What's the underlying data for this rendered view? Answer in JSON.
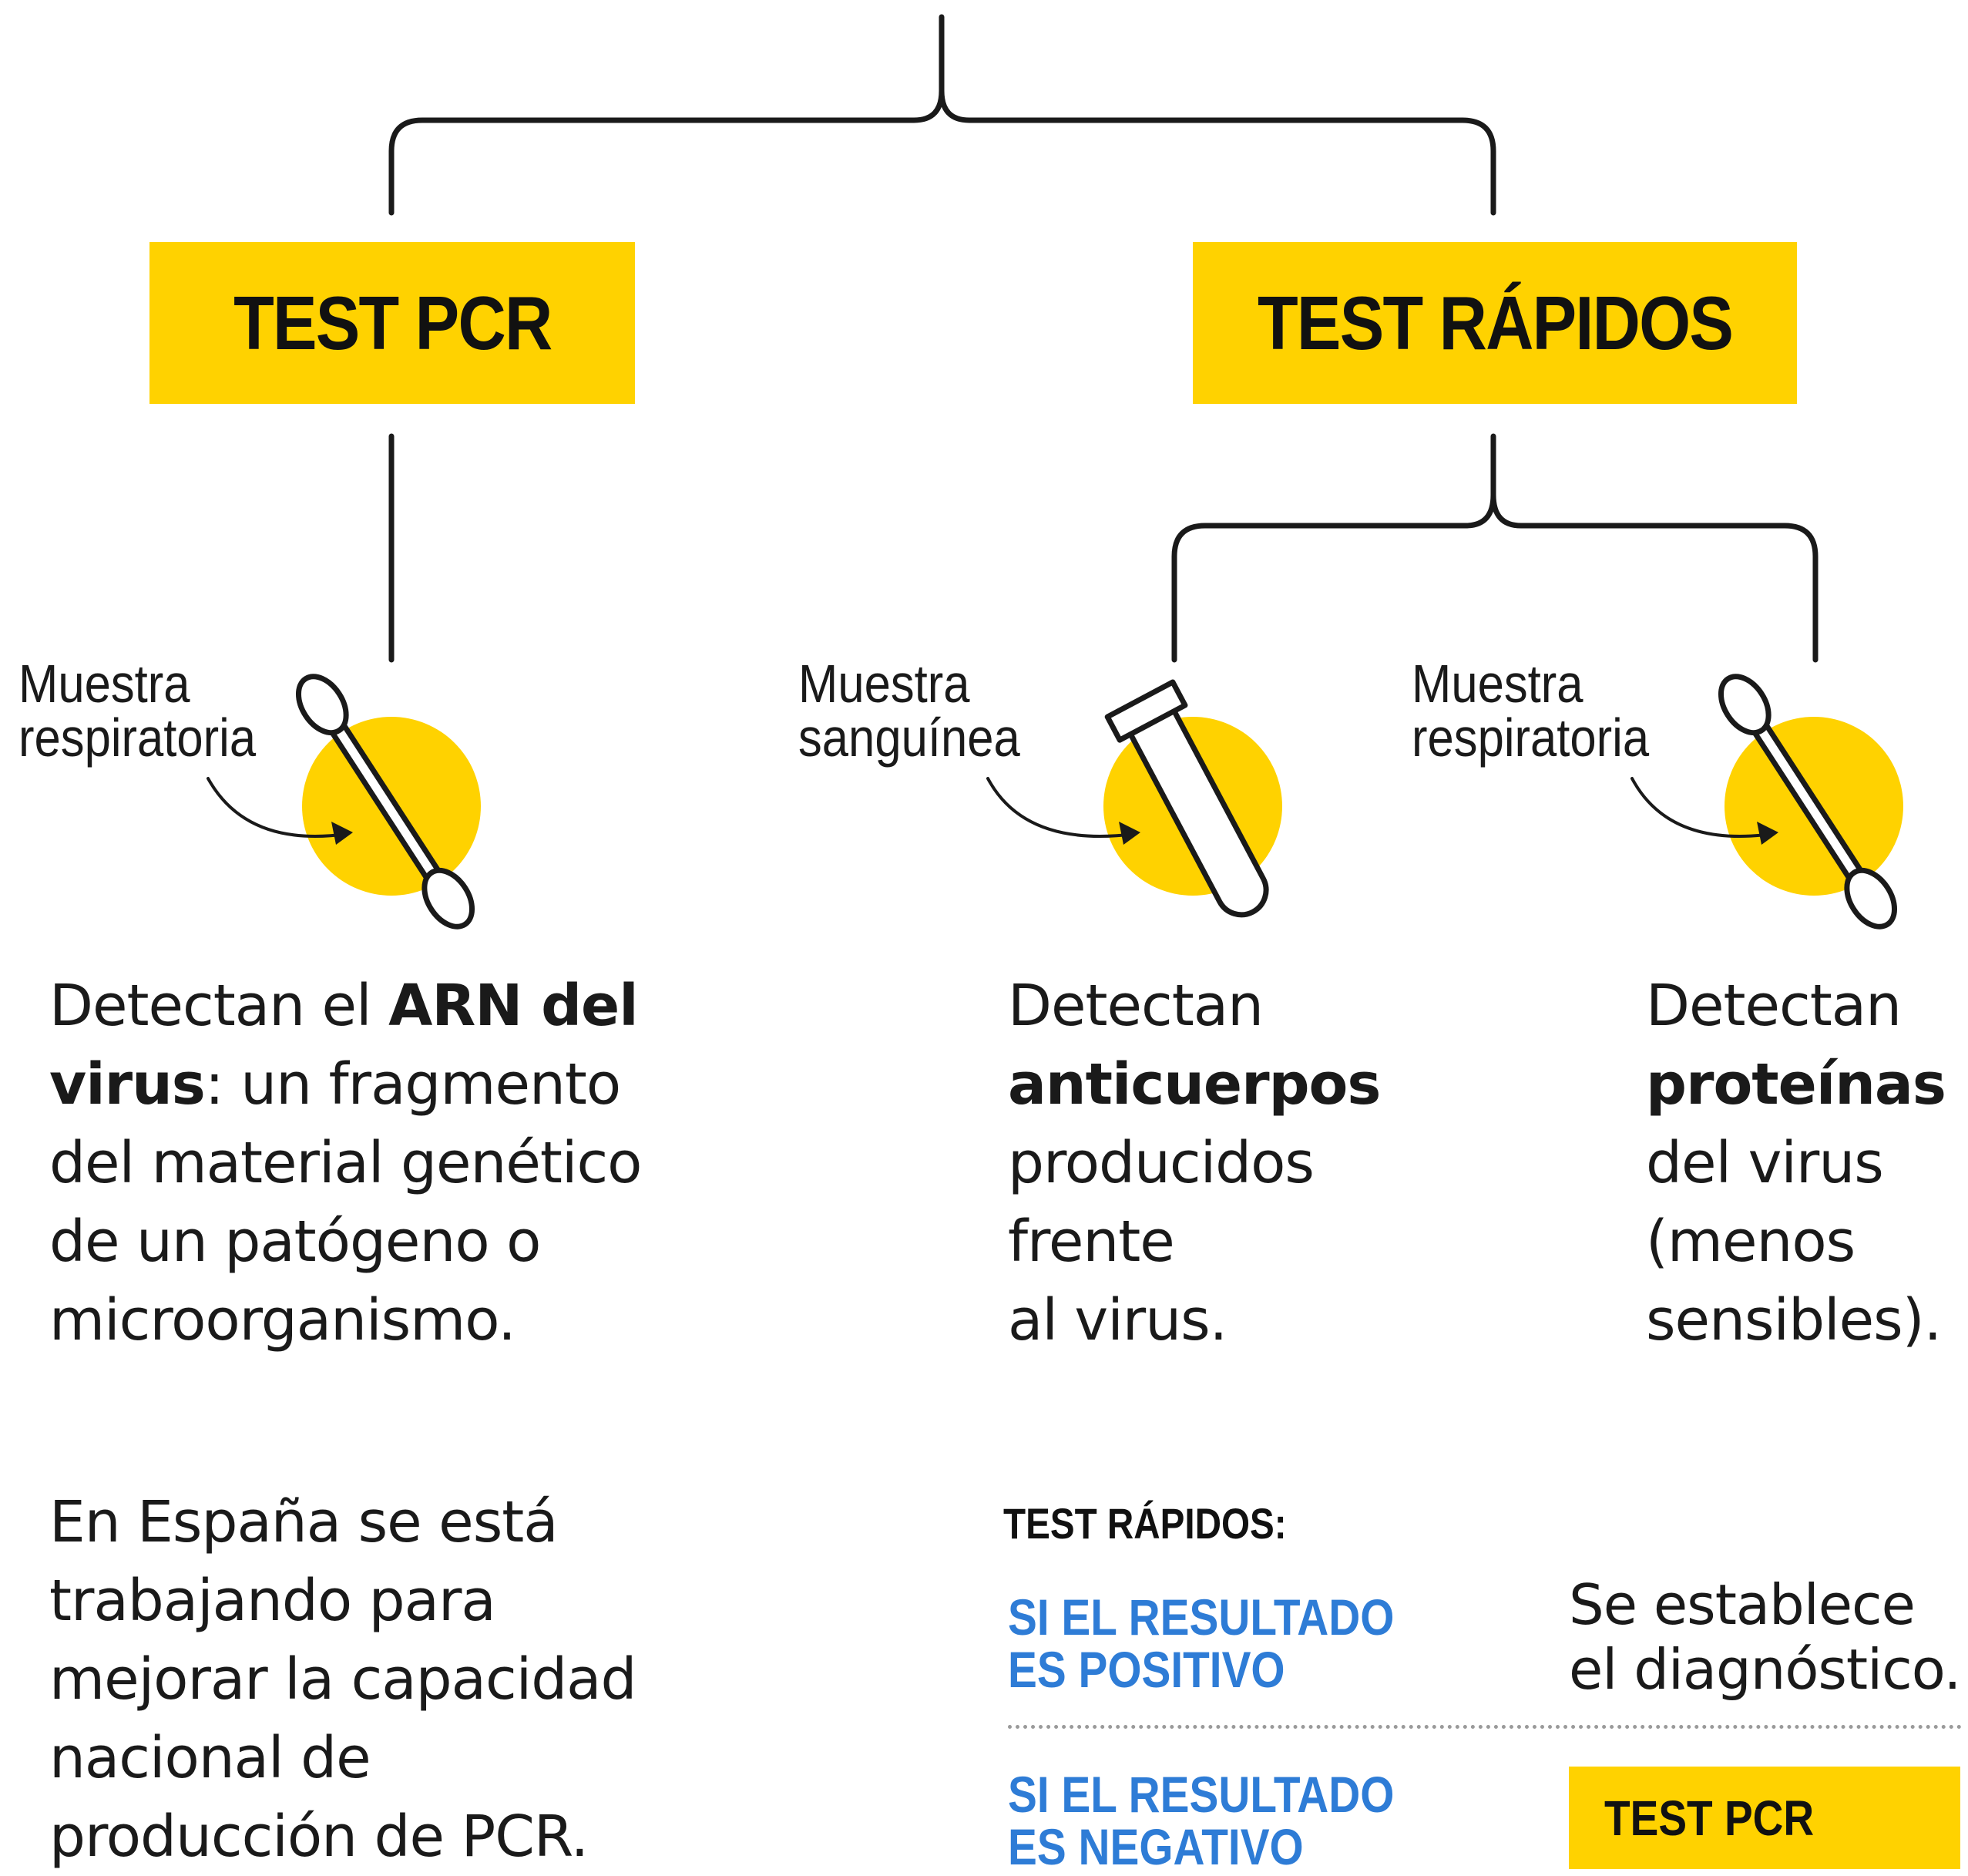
{
  "colors": {
    "accent": "#FFD200",
    "positive_blue": "#2E7CD6",
    "ink": "#1a1a1a"
  },
  "branches": {
    "pcr": {
      "label": "TEST PCR"
    },
    "rapid": {
      "label": "TEST RÁPIDOS"
    }
  },
  "samples": {
    "pcr": {
      "line1": "Muestra",
      "line2": "respiratoria",
      "icon": "swab-icon"
    },
    "antibody": {
      "line1": "Muestra",
      "line2": "sanguínea",
      "icon": "test-tube-icon"
    },
    "antigen": {
      "line1": "Muestra",
      "line2": "respiratoria",
      "icon": "swab-icon"
    }
  },
  "descriptions": {
    "pcr": {
      "l1_a": "Detectan el ",
      "l1_b": "ARN del",
      "l2_a": "virus",
      "l2_b": ": un fragmento",
      "l3": "del material genético",
      "l4": "de un patógeno o",
      "l5": "microorganismo."
    },
    "antibody": {
      "l1": "Detectan",
      "l2": "anticuerpos",
      "l3": "producidos",
      "l4": "frente",
      "l5": "al virus."
    },
    "antigen": {
      "l1": "Detectan",
      "l2": "proteínas",
      "l3": "del virus",
      "l4": "(menos",
      "l5": "sensibles)."
    }
  },
  "spain_note": {
    "l1": "En España se está",
    "l2": "trabajando para",
    "l3": "mejorar la capacidad",
    "l4": "nacional de",
    "l5": "producción de PCR."
  },
  "results": {
    "heading": "TEST RÁPIDOS:",
    "positive": {
      "l1": "SI EL RESULTADO",
      "l2": "ES POSITIVO",
      "outcome_l1": "Se establece",
      "outcome_l2": "el diagnóstico."
    },
    "negative": {
      "l1": "SI EL RESULTADO",
      "l2": "ES NEGATIVO",
      "outcome_box": "TEST PCR"
    }
  }
}
